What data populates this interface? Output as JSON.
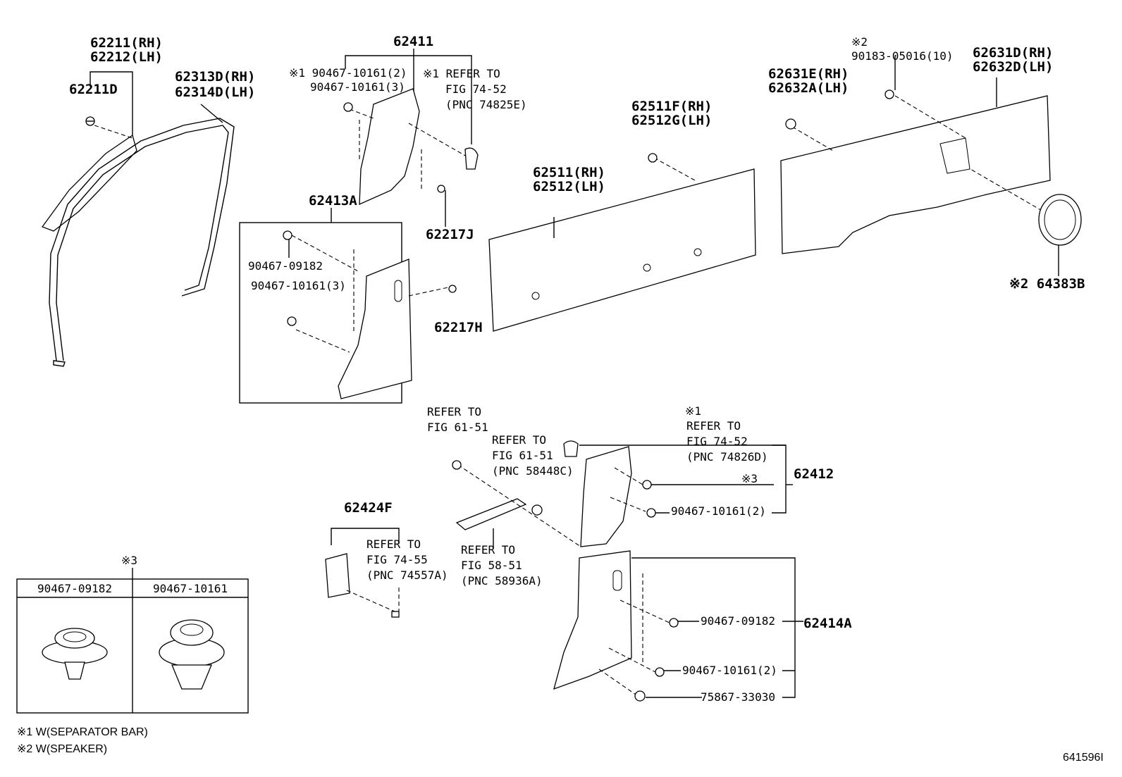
{
  "labels": {
    "p62211": "62211(RH)",
    "p62212": "62212(LH)",
    "p62211D": "62211D",
    "p62313D": "62313D(RH)",
    "p62314D": "62314D(LH)",
    "p62411": "62411",
    "s1_a": "※1 90467-10161(2)",
    "s1_b": "90467-10161(3)",
    "s1_ref_1": "※1 REFER TO",
    "s1_ref_2": "FIG 74-52",
    "s1_ref_3": "(PNC 74825E)",
    "p62413A": "62413A",
    "p62217J": "62217J",
    "box_a": "90467-09182",
    "box_b": "90467-10161(3)",
    "p62217H": "62217H",
    "p62511F": "62511F(RH)",
    "p62512G": "62512G(LH)",
    "p62511": "62511(RH)",
    "p62512": "62512(LH)",
    "s2_top_mark": "※2",
    "s2_top": "90183-05016(10)",
    "p62631E": "62631E(RH)",
    "p62632A": "62632A(LH)",
    "p62631D": "62631D(RH)",
    "p62632D": "62632D(LH)",
    "p64383B": "※2 64383B",
    "ref6151_a1": "REFER TO",
    "ref6151_a2": "FIG 61-51",
    "ref6151_b1": "REFER TO",
    "ref6151_b2": "FIG 61-51",
    "ref6151_b3": "(PNC 58448C)",
    "s1_mark2": "※1",
    "ref7452_1": "REFER TO",
    "ref7452_2": "FIG 74-52",
    "ref7452_3": "(PNC 74826D)",
    "s3_mark": "※3",
    "p62412": "62412",
    "f90467_10161_2": "90467-10161(2)",
    "p62424F": "62424F",
    "ref7455_1": "REFER TO",
    "ref7455_2": "FIG 74-55",
    "ref7455_3": "(PNC 74557A)",
    "ref5851_1": "REFER TO",
    "ref5851_2": "FIG 58-51",
    "ref5851_3": "(PNC 58936A)",
    "f90467_09182_b": "90467-09182",
    "p62414A": "62414A",
    "f90467_10161_2b": "90467-10161(2)",
    "f75867": "75867-33030",
    "table_mark": "※3",
    "table_col1": "90467-09182",
    "table_col2": "90467-10161",
    "note1": "※1 W(SEPARATOR BAR)",
    "note2": "※2 W(SPEAKER)",
    "fig_id": "641596I"
  },
  "icons": {
    "fastener": "clip-icon",
    "panel": "trim-panel-icon",
    "speaker": "speaker-grille-icon"
  }
}
